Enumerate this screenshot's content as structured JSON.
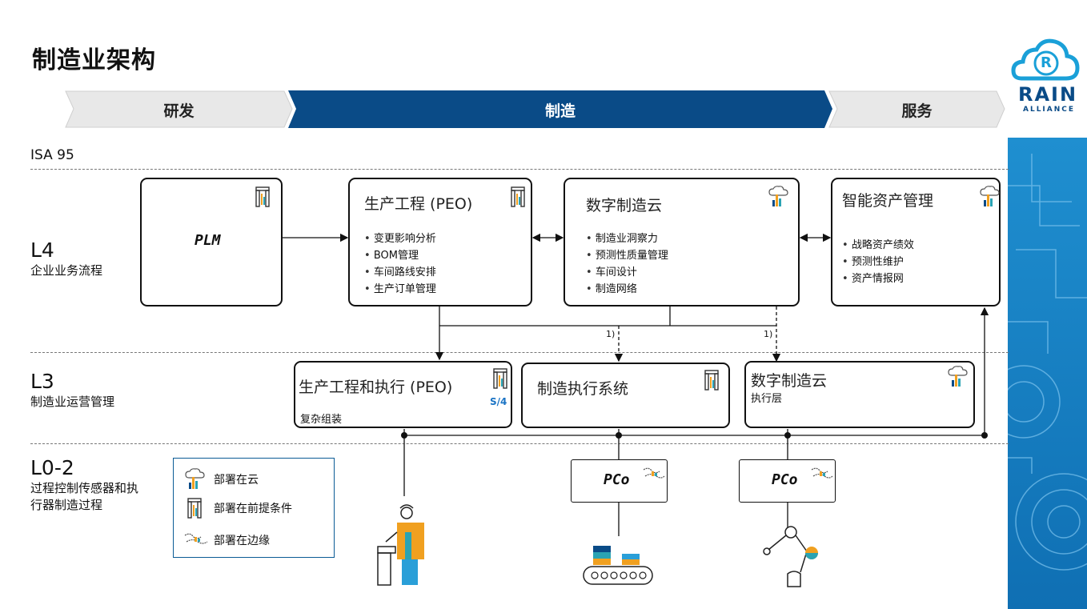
{
  "title": "制造业架构",
  "phases": {
    "research": "研发",
    "manufacturing": "制造",
    "service": "服务"
  },
  "isa_label": "ISA 95",
  "levels": {
    "l4": {
      "code": "L4",
      "desc": "企业业务流程"
    },
    "l3": {
      "code": "L3",
      "desc": "制造业运营管理"
    },
    "l02": {
      "code": "L0-2",
      "desc_line1": "过程控制传感器和执",
      "desc_line2": "行器制造过程"
    }
  },
  "l4_boxes": {
    "plm": {
      "label": "PLM"
    },
    "peo": {
      "title": "生产工程 (PEO)",
      "items": [
        "变更影响分析",
        "BOM管理",
        "车间路线安排",
        "生产订单管理"
      ]
    },
    "dmc": {
      "title": "数字制造云",
      "items": [
        "制造业洞察力",
        "预测性质量管理",
        "车间设计",
        "制造网络"
      ]
    },
    "iam": {
      "title": "智能资产管理",
      "items": [
        "战略资产绩效",
        "预测性维护",
        "资产情报网"
      ]
    }
  },
  "l3_boxes": {
    "peo_exec": {
      "title": "生产工程和执行 (PEO)",
      "sub": "复杂组装",
      "badge": "S/4"
    },
    "mes": {
      "title": "制造执行系统"
    },
    "dmc_exec": {
      "title": "数字制造云",
      "sub": "执行层"
    }
  },
  "notes": {
    "n1": "1)",
    "n2": "1)"
  },
  "pco": {
    "left": "PCo",
    "right": "PCo"
  },
  "legend": {
    "cloud": "部署在云",
    "onprem": "部署在前提条件",
    "edge": "部署在边缘"
  },
  "logo": {
    "word": "RAIN",
    "sub": "ALLIANCE",
    "letter": "R"
  },
  "colors": {
    "primary_blue": "#0a4b87",
    "chevron_gray": "#e8e8e8",
    "accent_orange": "#f0a020",
    "accent_teal": "#2aa3b3"
  }
}
